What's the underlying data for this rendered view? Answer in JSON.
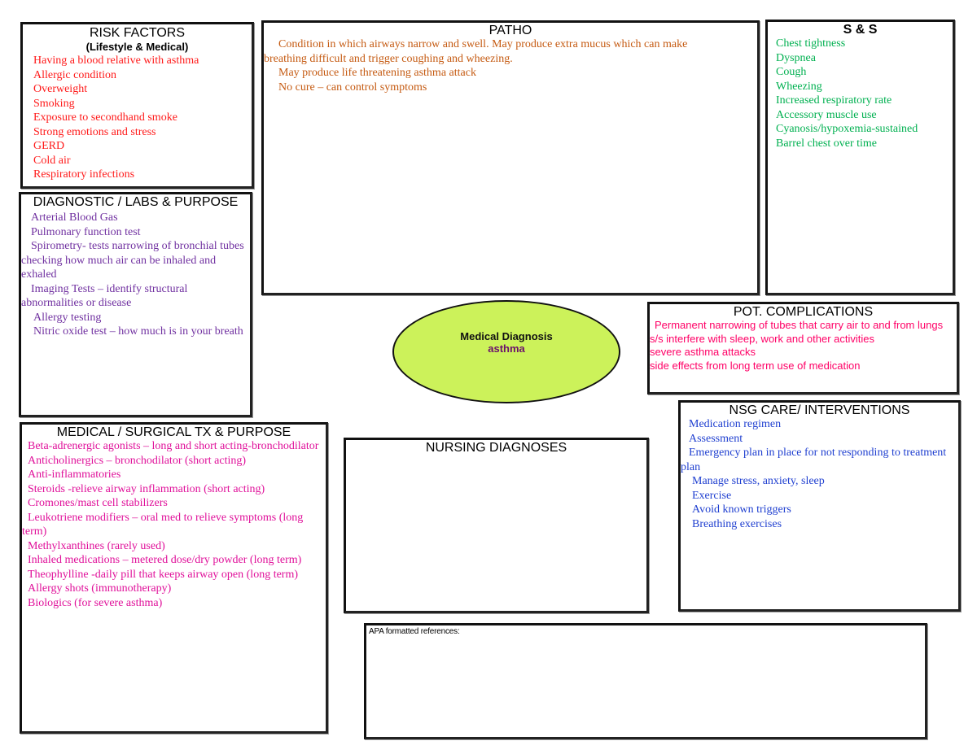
{
  "risk_factors": {
    "title": "RISK FACTORS",
    "subtitle": "(Lifestyle & Medical)",
    "color": "#ff1a1a",
    "items": [
      "Having a blood relative with asthma",
      "Allergic condition",
      "Overweight",
      "Smoking",
      "Exposure to secondhand smoke",
      "Strong emotions and stress",
      "GERD",
      "Cold air",
      "Respiratory infections"
    ]
  },
  "diagnostic": {
    "title": "DIAGNOSTIC / LABS & PURPOSE",
    "color": "#7030a0",
    "items": [
      "Arterial Blood Gas",
      "Pulmonary function test",
      "Spirometry- tests narrowing of bronchial tubes checking how much air can be inhaled and exhaled",
      "Imaging Tests – identify structural abnormalities or disease",
      "Allergy testing",
      "Nitric oxide test – how much is in your breath"
    ]
  },
  "patho": {
    "title": "PATHO",
    "color": "#c55a11",
    "items": [
      "Condition in which airways narrow and swell. May produce extra mucus which can make breathing difficult and trigger coughing and wheezing.",
      "May produce life threatening asthma attack",
      "No cure – can control symptoms"
    ]
  },
  "signs_symptoms": {
    "title": "S & S",
    "color": "#00b050",
    "items": [
      "Chest tightness",
      "Dyspnea",
      "Cough",
      "Wheezing",
      "Increased respiratory rate",
      "Accessory muscle use",
      "Cyanosis/hypoxemia-sustained",
      "Barrel chest over time"
    ]
  },
  "medical_diagnosis": {
    "label": "Medical Diagnosis",
    "value": "asthma",
    "fill_color": "#ccf25a"
  },
  "pot_complications": {
    "title": "POT. COMPLICATIONS",
    "color": "#ff0066",
    "items": [
      "Permanent narrowing of tubes that carry air to and from lungs",
      "s/s interfere with sleep, work and other activities",
      "severe asthma attacks",
      "side effects from long term use of medication"
    ]
  },
  "nsg_care": {
    "title": "NSG CARE/ INTERVENTIONS",
    "color": "#1f3fd0",
    "items": [
      "Medication regimen",
      "Assessment",
      "Emergency plan in place for not responding to treatment plan",
      "Manage stress, anxiety, sleep",
      "Exercise",
      "Avoid known triggers",
      "Breathing exercises"
    ]
  },
  "medical_surgical_tx": {
    "title": "MEDICAL / SURGICAL TX & PURPOSE",
    "color": "#e0109a",
    "items": [
      "Beta-adrenergic agonists – long and short acting-bronchodilator",
      "Anticholinergics – bronchodilator (short acting)",
      "Anti-inflammatories",
      "Steroids -relieve airway inflammation (short acting)",
      "Cromones/mast cell stabilizers",
      "Leukotriene modifiers – oral med to relieve symptoms (long term)",
      "Methylxanthines (rarely used)",
      "Inhaled medications – metered dose/dry powder (long term)",
      "Theophylline -daily pill that keeps airway open (long term)",
      "Allergy shots (immunotherapy)",
      "Biologics (for severe asthma)"
    ]
  },
  "nursing_diagnoses": {
    "title": "NURSING DIAGNOSES",
    "items": []
  },
  "references": {
    "label": "APA formatted references:"
  }
}
